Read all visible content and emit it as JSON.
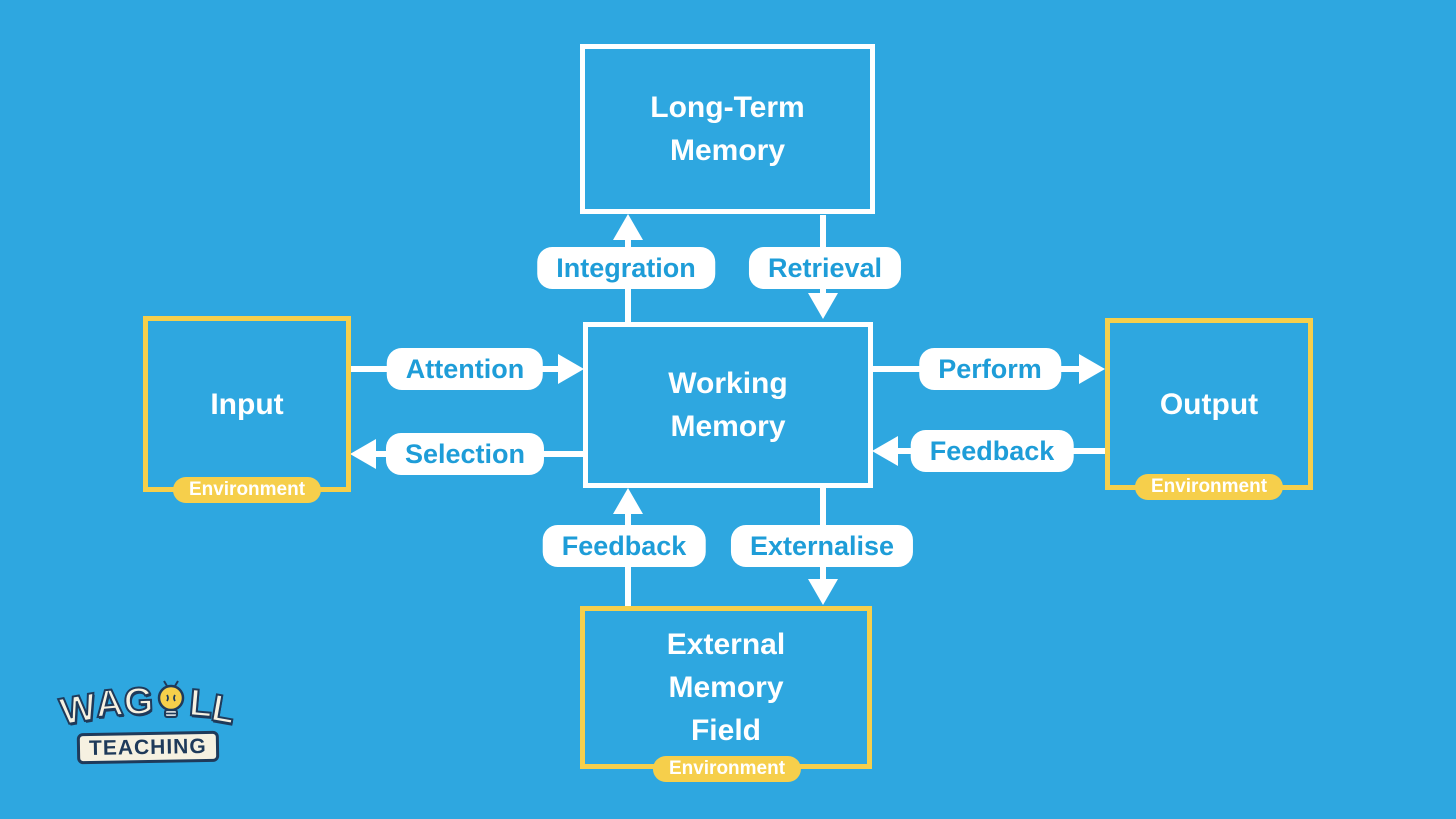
{
  "colors": {
    "background": "#2EA7E0",
    "accent_yellow": "#F6CF4B",
    "pill_text_blue": "#1E9DD8",
    "white": "#FFFFFF",
    "logo_navy": "#1F3A5A",
    "logo_cream": "#F6F1E1"
  },
  "nodes": {
    "long_term_memory": {
      "lines": [
        "Long-Term",
        "Memory"
      ]
    },
    "working_memory": {
      "lines": [
        "Working",
        "Memory"
      ]
    },
    "input": {
      "label": "Input",
      "environment": "Environment"
    },
    "output": {
      "label": "Output",
      "environment": "Environment"
    },
    "external_memory_field": {
      "lines": [
        "External",
        "Memory",
        "Field"
      ],
      "environment": "Environment"
    }
  },
  "arrows": {
    "integration": {
      "label": "Integration",
      "direction": "up"
    },
    "retrieval": {
      "label": "Retrieval",
      "direction": "down"
    },
    "attention": {
      "label": "Attention",
      "direction": "right"
    },
    "selection": {
      "label": "Selection",
      "direction": "left"
    },
    "perform": {
      "label": "Perform",
      "direction": "right"
    },
    "feedback_from_output": {
      "label": "Feedback",
      "direction": "left"
    },
    "feedback_from_external": {
      "label": "Feedback",
      "direction": "up"
    },
    "externalise": {
      "label": "Externalise",
      "direction": "down"
    }
  },
  "logo": {
    "letters_left": [
      "W",
      "A",
      "G"
    ],
    "letters_right": [
      "L",
      "L"
    ],
    "teaching": "TEACHING"
  }
}
